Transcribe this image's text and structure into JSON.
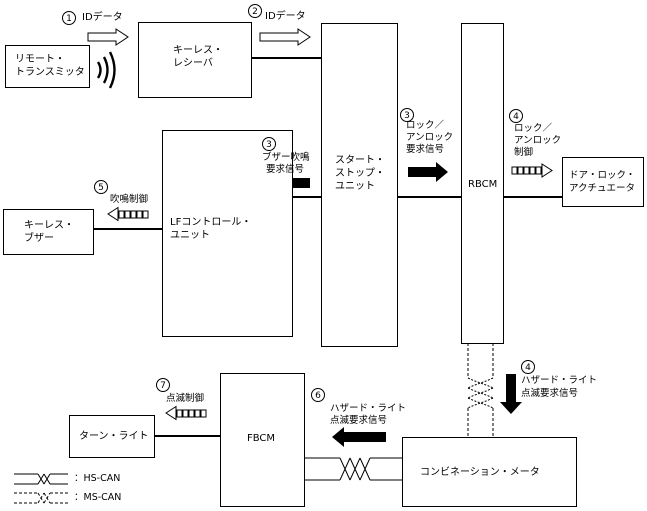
{
  "nodes": {
    "remote": {
      "lines": [
        "リモート・",
        "トランスミッタ"
      ]
    },
    "keyless_receiver": {
      "lines": [
        "キーレス・",
        "レシーバ"
      ]
    },
    "start_stop": {
      "lines": [
        "スタート・",
        "ストップ・",
        "ユニット"
      ]
    },
    "rbcm": {
      "label": "RBCM"
    },
    "door_lock": {
      "lines": [
        "ドア・ロック・",
        "アクチュエータ"
      ]
    },
    "lf_control": {
      "lines": [
        "LFコントロール・",
        "ユニット"
      ]
    },
    "keyless_buzzer": {
      "lines": [
        "キーレス・",
        "ブザー"
      ]
    },
    "fbcm": {
      "label": "FBCM"
    },
    "turn_light": {
      "label": "ターン・ライト"
    },
    "combination_meter": {
      "label": "コンビネーション・メータ"
    }
  },
  "signals": {
    "s1": {
      "num": "1",
      "label": "IDデータ"
    },
    "s2": {
      "num": "2",
      "label": "IDデータ"
    },
    "s3a": {
      "num": "3",
      "lines": [
        "ロック／",
        "アンロック",
        "要求信号"
      ]
    },
    "s3b": {
      "num": "3",
      "lines": [
        "ブザー吹鳴",
        "要求信号"
      ]
    },
    "s4a": {
      "num": "4",
      "lines": [
        "ロック／",
        "アンロック",
        "制御"
      ]
    },
    "s4b": {
      "num": "4",
      "lines": [
        "ハザード・ライト",
        "点滅要求信号"
      ]
    },
    "s5": {
      "num": "5",
      "label": "吹鳴制御"
    },
    "s6": {
      "num": "6",
      "lines": [
        "ハザード・ライト",
        "点滅要求信号"
      ]
    },
    "s7": {
      "num": "7",
      "label": "点滅制御"
    }
  },
  "legend": {
    "hs_can": "：HS-CAN",
    "ms_can": "：MS-CAN"
  }
}
